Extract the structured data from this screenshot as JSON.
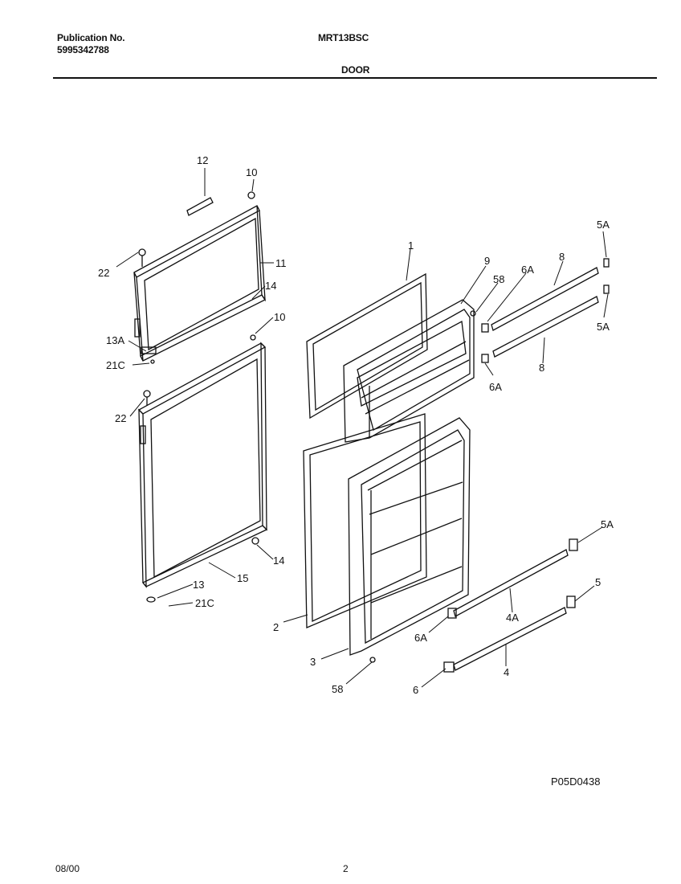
{
  "header": {
    "publication_label": "Publication No.",
    "publication_number": "5995342788",
    "model": "MRT13BSC",
    "section": "DOOR"
  },
  "parts": [
    {
      "id": "1"
    },
    {
      "id": "2"
    },
    {
      "id": "3"
    },
    {
      "id": "4"
    },
    {
      "id": "4A"
    },
    {
      "id": "5"
    },
    {
      "id": "5A"
    },
    {
      "id": "6"
    },
    {
      "id": "6A"
    },
    {
      "id": "8"
    },
    {
      "id": "9"
    },
    {
      "id": "10"
    },
    {
      "id": "11"
    },
    {
      "id": "12"
    },
    {
      "id": "13"
    },
    {
      "id": "13A"
    },
    {
      "id": "14"
    },
    {
      "id": "15"
    },
    {
      "id": "21C"
    },
    {
      "id": "22"
    },
    {
      "id": "58"
    }
  ],
  "diagram_code": "P05D0438",
  "footer": {
    "date": "08/00",
    "page": "2"
  }
}
